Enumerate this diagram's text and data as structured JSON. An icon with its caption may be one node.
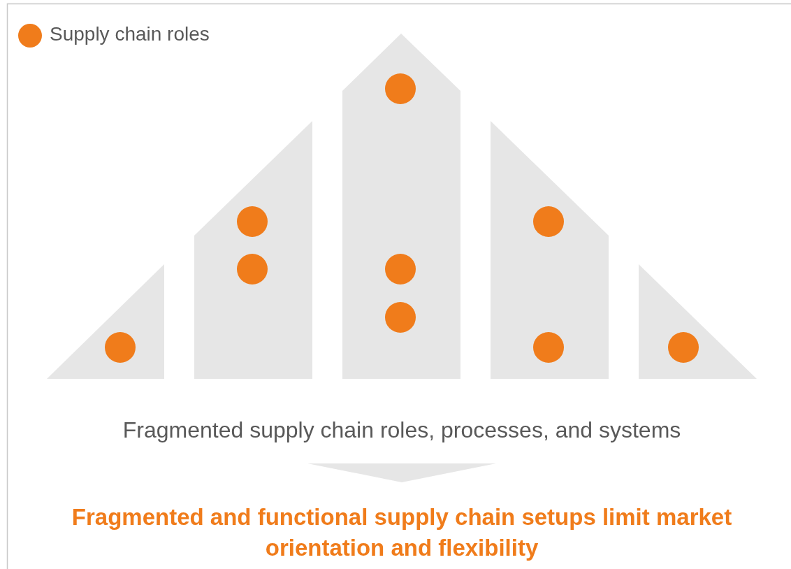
{
  "diagram": {
    "nodes": [
      {
        "text": [
          "Fragmented supply chain roles, processes, and systems"
        ]
      },
      {
        "text": [
          "Fragmented and functional supply chain setups limit market orientation and flexibility"
        ]
      }
    ],
    "edges": [
      {
        "from": 0,
        "to": 1,
        "arrow": "to"
      }
    ],
    "legend": [
      {
        "text": "Supply chain roles",
        "color": "#f07c1b"
      }
    ]
  }
}
